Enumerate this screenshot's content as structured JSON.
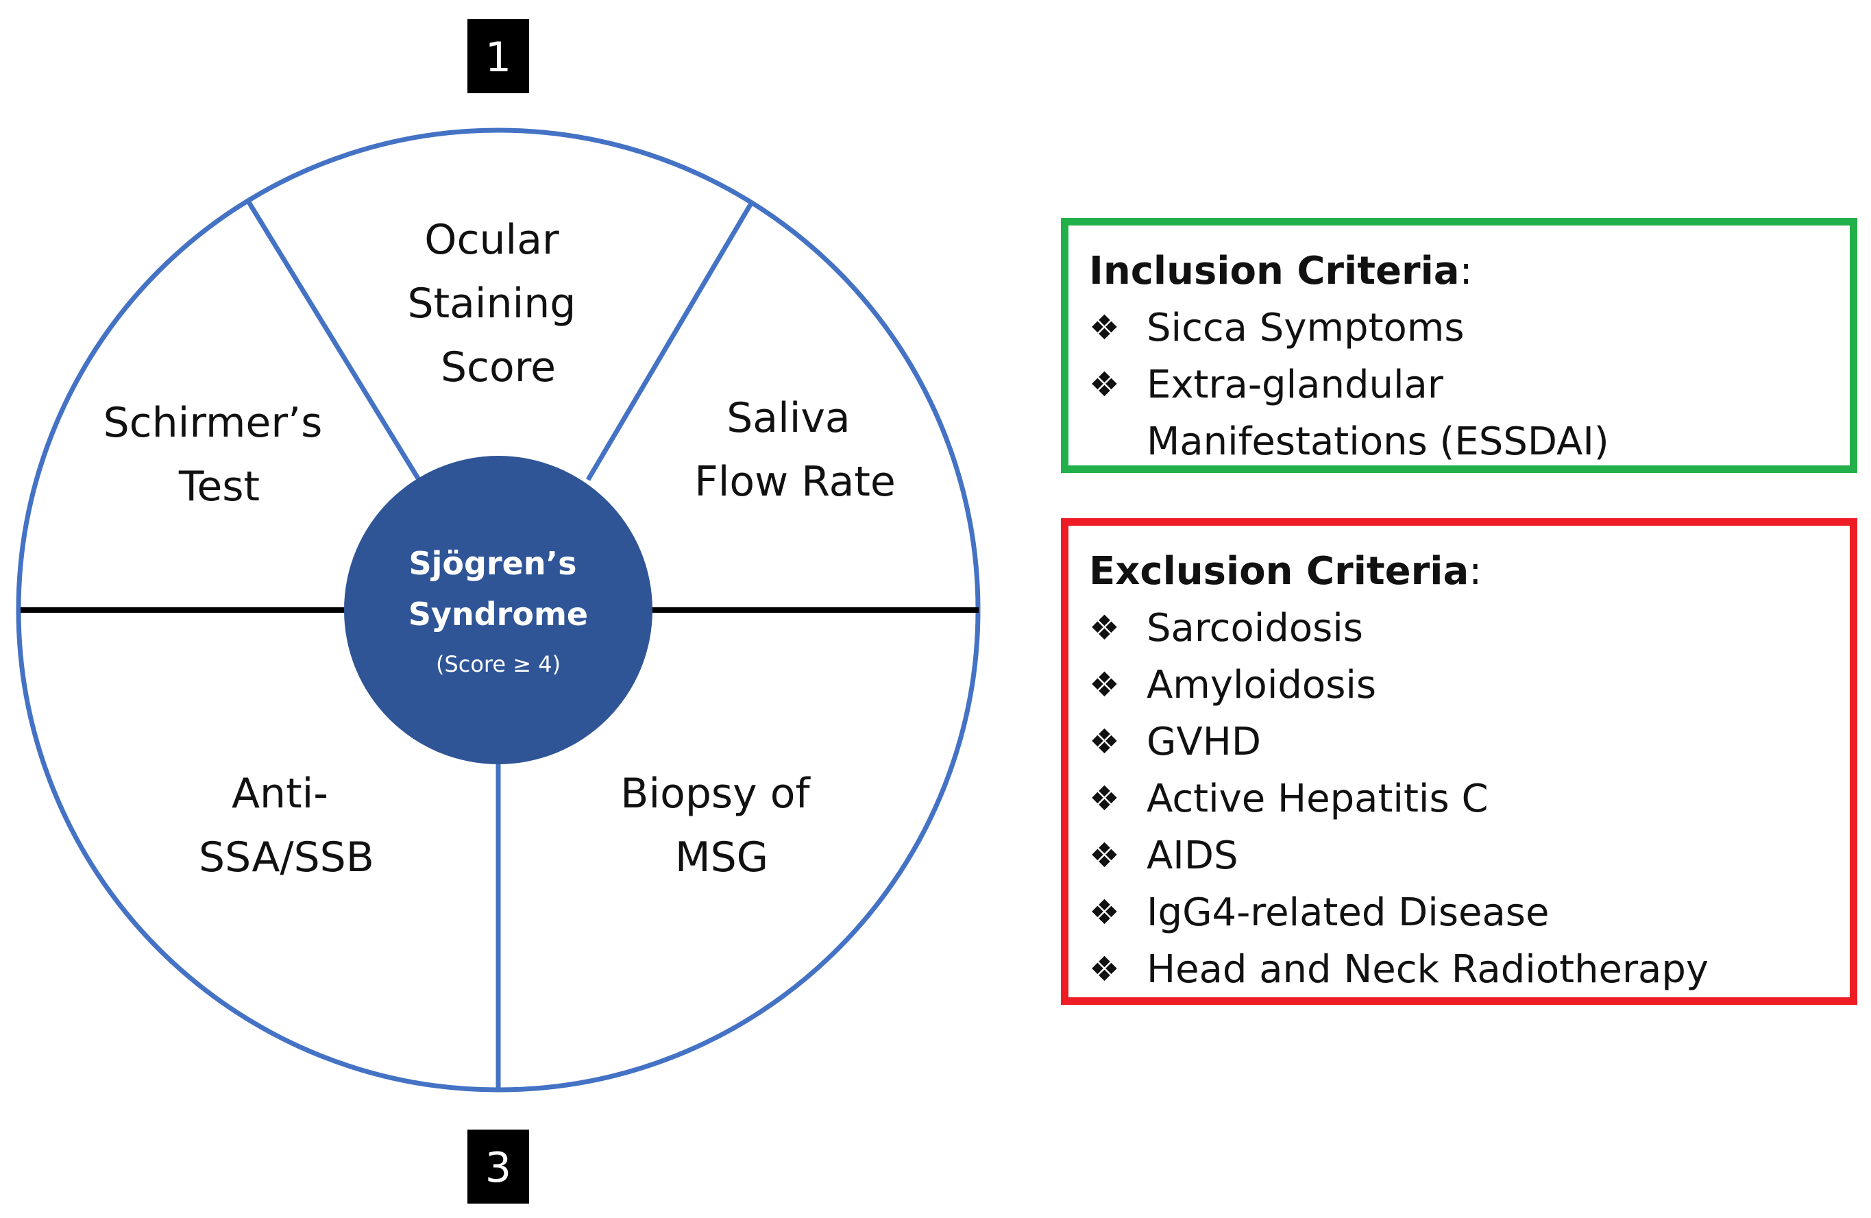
{
  "diagram": {
    "top_badge": "1",
    "bottom_badge": "3",
    "center": {
      "title_line1": "Sjögren’s",
      "title_line2": "Syndrome",
      "subtitle": "(Score ≥ 4)"
    },
    "segments": [
      {
        "lines": [
          "Ocular",
          "Staining",
          "Score"
        ]
      },
      {
        "lines": [
          "Saliva",
          "Flow Rate"
        ]
      },
      {
        "lines": [
          "Biopsy of",
          "MSG"
        ]
      },
      {
        "lines": [
          "Anti-",
          "SSA/SSB"
        ]
      },
      {
        "lines": [
          "Schirmer’s",
          "Test"
        ]
      }
    ],
    "colors": {
      "ring": "#4472c4",
      "center_fill": "#2f5597",
      "divider": "#000000",
      "badge_fill": "#000000"
    }
  },
  "inclusion": {
    "heading": "Inclusion Criteria",
    "heading_suffix": ":",
    "border_color": "#22b04b",
    "items": [
      "Sicca Symptoms",
      "Extra-glandular Manifestations (ESSDAI)"
    ]
  },
  "exclusion": {
    "heading": "Exclusion Criteria",
    "heading_suffix": ":",
    "border_color": "#ee1c25",
    "items": [
      "Sarcoidosis",
      "Amyloidosis",
      "GVHD",
      "Active Hepatitis C",
      "AIDS",
      "IgG4-related Disease",
      "Head and Neck Radiotherapy"
    ]
  },
  "bullet_icon": "diamond-bullet-icon"
}
